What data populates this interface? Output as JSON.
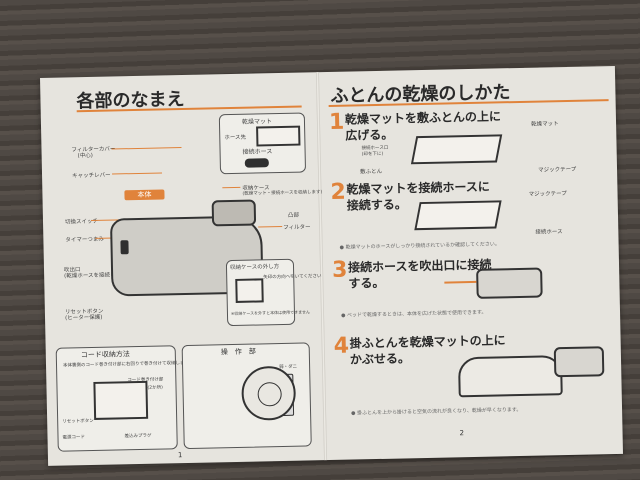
{
  "left_page": {
    "title": "各部のなまえ",
    "labels": {
      "filter_cover": "フィルターカバー",
      "filter_cover_sub": "(中心)",
      "catch_lever": "キャッチレバー",
      "power_switch": "切換スイッチ",
      "timer": "タイマーつまみ",
      "outlet": "吹出口",
      "outlet_sub": "(乾燥ホースを接続します)",
      "reset_button": "リセットボタン",
      "reset_button_sub": "(ヒーター保護)",
      "storage_case": "収納ケース",
      "storage_case_sub": "(乾燥マット・接続ホースを収納します)",
      "convex": "凸部",
      "filter": "フィルター",
      "mat_label": "乾燥マット",
      "hose_label": "接続ホース",
      "hose_sub": "ホース先",
      "body_badge": "本体",
      "case_remove": "収納ケースの外し方",
      "case_remove_sub": "矢印の方向へ引いてください",
      "case_note": "※収納ケースを外すと本体は使用できません"
    },
    "cord_box": {
      "title": "コード収納方法",
      "text": "本体裏側のコード巻き付け部に右回りで巻き付けて収納します。",
      "labels": [
        "コード巻き付け部",
        "(2か所)",
        "リセットボタン",
        "電源コード",
        "差込みプラグ"
      ]
    },
    "control_box": {
      "title": "操　作　部",
      "switch_label": "弱・ダニ"
    },
    "page_number": "1"
  },
  "right_page": {
    "title": "ふとんの乾燥のしかた",
    "steps": [
      {
        "num": "1",
        "line1": "乾燥マットを敷ふとんの上に",
        "line2": "広げる。"
      },
      {
        "num": "2",
        "line1": "乾燥マットを接続ホースに",
        "line2": "接続する。"
      },
      {
        "num": "3",
        "line1": "接続ホースを吹出口に接続",
        "line2": "する。"
      },
      {
        "num": "4",
        "line1": "掛ふとんを乾燥マットの上に",
        "line2": "かぶせる。"
      }
    ],
    "labels": {
      "mat": "乾燥マット",
      "hose_port": "接続ホース口",
      "mark": "(印を下に)",
      "futon": "敷ふとん",
      "tape": "マジックテープ",
      "tape2": "マジックテープ",
      "hose": "接続ホース"
    },
    "notes": [
      "● 乾燥マットのホースがしっかり接続されているか確認してください。",
      "● ベッドで乾燥するときは、本体を広げた状態で使用できます。",
      "● 掛ふとんを上から掛けると空気の流れが良くなり、乾燥が早くなります。"
    ],
    "page_number": "2"
  }
}
